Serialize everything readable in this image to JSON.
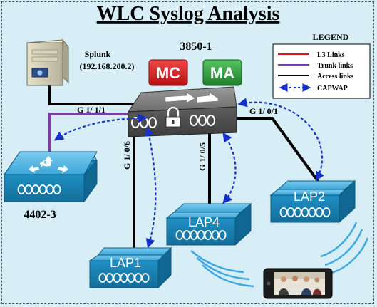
{
  "diagram": {
    "title": "WLC Syslog Analysis",
    "switch": {
      "name": "3850-1",
      "mc_badge": "MC",
      "ma_badge": "MA"
    },
    "server": {
      "name": "Splunk",
      "ip": "(192.168.200.2)"
    },
    "controller": {
      "name": "4402-3"
    },
    "access_points": {
      "lap1": "LAP1",
      "lap2": "LAP2",
      "lap4": "LAP4"
    },
    "ports": {
      "p111": "G 1/ 1/1",
      "p106": "G 1/ 0/6",
      "p105": "G 1/ 0/5",
      "p101": "G 1/ 0/1"
    },
    "legend": {
      "title": "LEGEND",
      "items": [
        {
          "label": "L3 Links",
          "color": "#e8141b",
          "style": "solid"
        },
        {
          "label": "Trunk links",
          "color": "#7a3fa0",
          "style": "solid"
        },
        {
          "label": "Access links",
          "color": "#000000",
          "style": "solid"
        },
        {
          "label": "CAPWAP",
          "color": "#1530c8",
          "style": "dashed-arrow"
        }
      ]
    },
    "colors": {
      "background": "#d7eef7",
      "device_blue": "#1f8fc4",
      "mc_red": "#d61d1d",
      "ma_green": "#2f9e3a",
      "capwap": "#1530c8",
      "trunk": "#7a3fa0"
    }
  }
}
